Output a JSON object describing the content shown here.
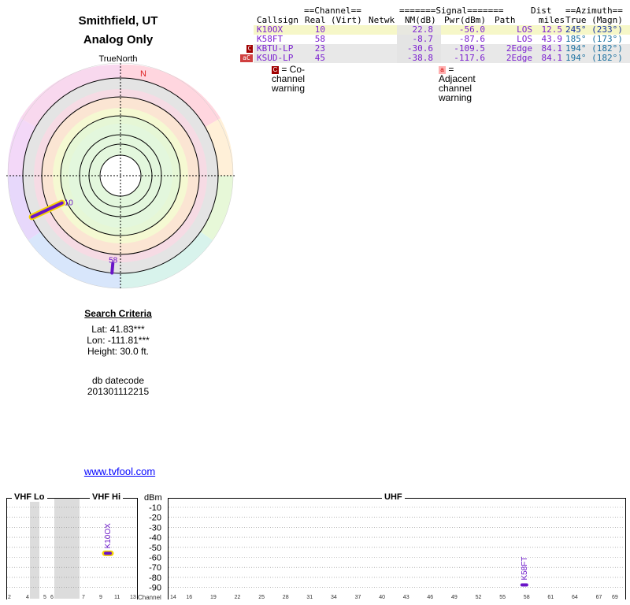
{
  "header": {
    "city": "Smithfield, UT",
    "mode": "Analog Only",
    "true_north": "TrueNorth",
    "compass_n": "N"
  },
  "table": {
    "group_headers": {
      "channel": "==Channel==",
      "signal": "=======Signal=======",
      "dist": "Dist",
      "azimuth": "==Azimuth=="
    },
    "columns": {
      "callsign": "Callsign",
      "real": "Real",
      "virt": "(Virt)",
      "netwk": "Netwk",
      "nm": "NM(dB)",
      "pwr": "Pwr(dBm)",
      "path": "Path",
      "miles": "miles",
      "az": "True (Magn)"
    },
    "rows": [
      {
        "callsign": "K10OX",
        "real": "10",
        "nm": "22.8",
        "pwr": "-56.0",
        "path": "LOS",
        "miles": "12.5",
        "az": "245° (233°)",
        "status": "",
        "color": "#7b1fd0",
        "band": "#f6f7c8"
      },
      {
        "callsign": "K58FT",
        "real": "58",
        "nm": "-8.7",
        "pwr": "-87.6",
        "path": "LOS",
        "miles": "43.9",
        "az": "185° (173°)",
        "status": "",
        "color": "#7b1fd0",
        "band": "#ffffff"
      },
      {
        "callsign": "KBTU-LP",
        "real": "23",
        "nm": "-30.6",
        "pwr": "-109.5",
        "path": "2Edge",
        "miles": "84.1",
        "az": "194° (182°)",
        "status": "C",
        "color": "#7b1fd0",
        "band": "#e8e8e8"
      },
      {
        "callsign": "KSUD-LP",
        "real": "45",
        "nm": "-38.8",
        "pwr": "-117.6",
        "path": "2Edge",
        "miles": "84.1",
        "az": "194° (182°)",
        "status": "aC",
        "color": "#7b1fd0",
        "band": "#e8e8e8"
      }
    ],
    "legend": {
      "co_mark": "C",
      "co_label": "= Co-channel warning",
      "adj_mark": "a",
      "adj_label": "= Adjacent channel warning"
    }
  },
  "search": {
    "title": "Search Criteria",
    "lat": "Lat: 41.83***",
    "lon": "Lon: -111.81***",
    "height": "Height: 30.0 ft.",
    "db_label": "db datecode",
    "db_value": "201301112215"
  },
  "link": "www.tvfool.com",
  "polar": {
    "stations": [
      {
        "label": "10",
        "azimuth": 245,
        "color": "#6a14c8"
      },
      {
        "label": "58",
        "azimuth": 185,
        "color": "#6a14c8"
      }
    ]
  },
  "spectrum": {
    "vhflo_label": "VHF Lo",
    "vhfhi_label": "VHF Hi",
    "uhf_label": "UHF",
    "dbm_label": "dBm",
    "dbm_ticks": [
      "-10",
      "-20",
      "-30",
      "-40",
      "-50",
      "-60",
      "-70",
      "-80",
      "-90"
    ],
    "channel_label": "Channel",
    "vhf_ticks": [
      "2",
      "4",
      "5",
      "6",
      "7",
      "9",
      "11",
      "13"
    ],
    "uhf_ticks": [
      "14",
      "16",
      "19",
      "22",
      "25",
      "28",
      "31",
      "34",
      "37",
      "40",
      "43",
      "46",
      "49",
      "52",
      "55",
      "58",
      "61",
      "64",
      "67",
      "69"
    ],
    "bars": [
      {
        "label": "K10OX",
        "channel": 10,
        "dbm": -56.0,
        "color": "#6a14c8"
      },
      {
        "label": "K58FT",
        "channel": 58,
        "dbm": -87.6,
        "color": "#6a14c8"
      }
    ]
  }
}
